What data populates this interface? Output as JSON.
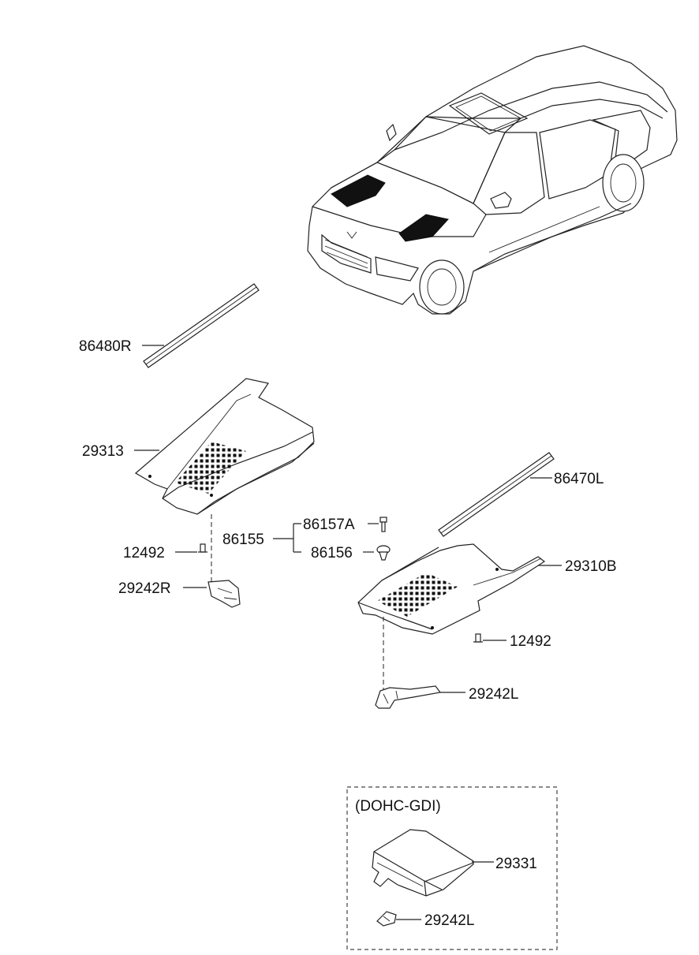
{
  "parts": {
    "p86480R": "86480R",
    "p29313": "29313",
    "p12492_top": "12492",
    "p29242R": "29242R",
    "p86155": "86155",
    "p86157A": "86157A",
    "p86156": "86156",
    "p86470L": "86470L",
    "p29310B": "29310B",
    "p12492_bottom": "12492",
    "p29242L": "29242L"
  },
  "variant_box": {
    "title": "(DOHC-GDI)",
    "p29331": "29331",
    "p29242L": "29242L"
  }
}
